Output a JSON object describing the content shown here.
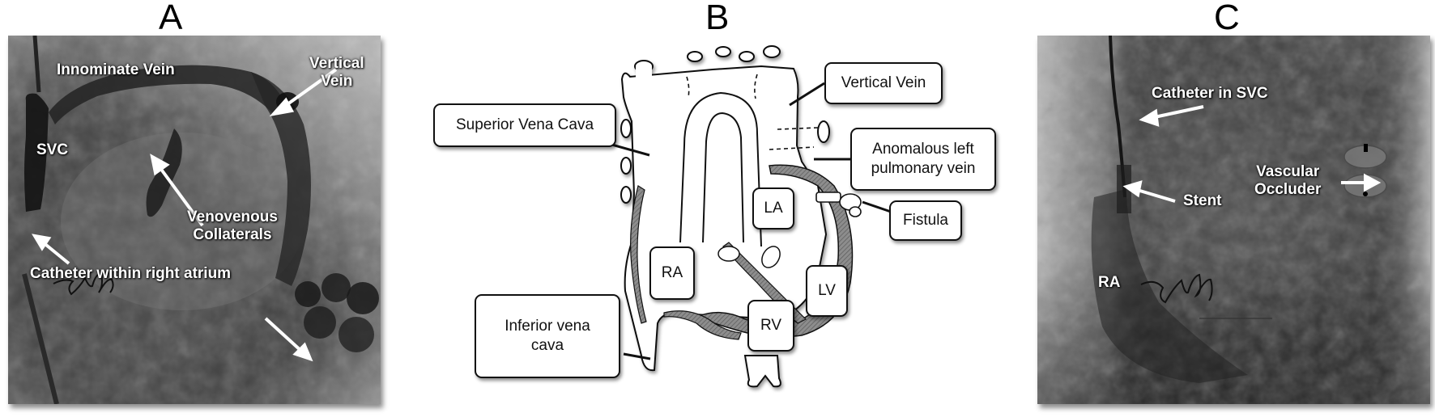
{
  "figure": {
    "panels": [
      {
        "letter": "A",
        "type": "angiogram",
        "labels": {
          "innominate_vein": "Innominate Vein",
          "vertical_vein": "Vertical\nVein",
          "svc": "SVC",
          "venovenous_collaterals": "Venovenous\nCollaterals",
          "catheter_right_atrium": "Catheter within right atrium"
        }
      },
      {
        "letter": "B",
        "type": "schematic",
        "labels": {
          "vertical_vein": "Vertical Vein",
          "superior_vena_cava": "Superior Vena Cava",
          "anomalous_left_pulmonary_vein": "Anomalous left\npulmonary vein",
          "fistula": "Fistula",
          "la": "LA",
          "ra": "RA",
          "lv": "LV",
          "rv": "RV",
          "inferior_vena_cava": "Inferior vena\ncava"
        }
      },
      {
        "letter": "C",
        "type": "angiogram",
        "labels": {
          "catheter_in_svc": "Catheter in SVC",
          "stent": "Stent",
          "vascular_occluder": "Vascular\nOccluder",
          "ra": "RA"
        }
      }
    ],
    "colors": {
      "label_text": "#ffffff",
      "box_border": "#111111",
      "xray_mid": "#6e6e6e",
      "xray_dark": "#2a2a2a",
      "myocardium": "#8a8a8a"
    }
  }
}
